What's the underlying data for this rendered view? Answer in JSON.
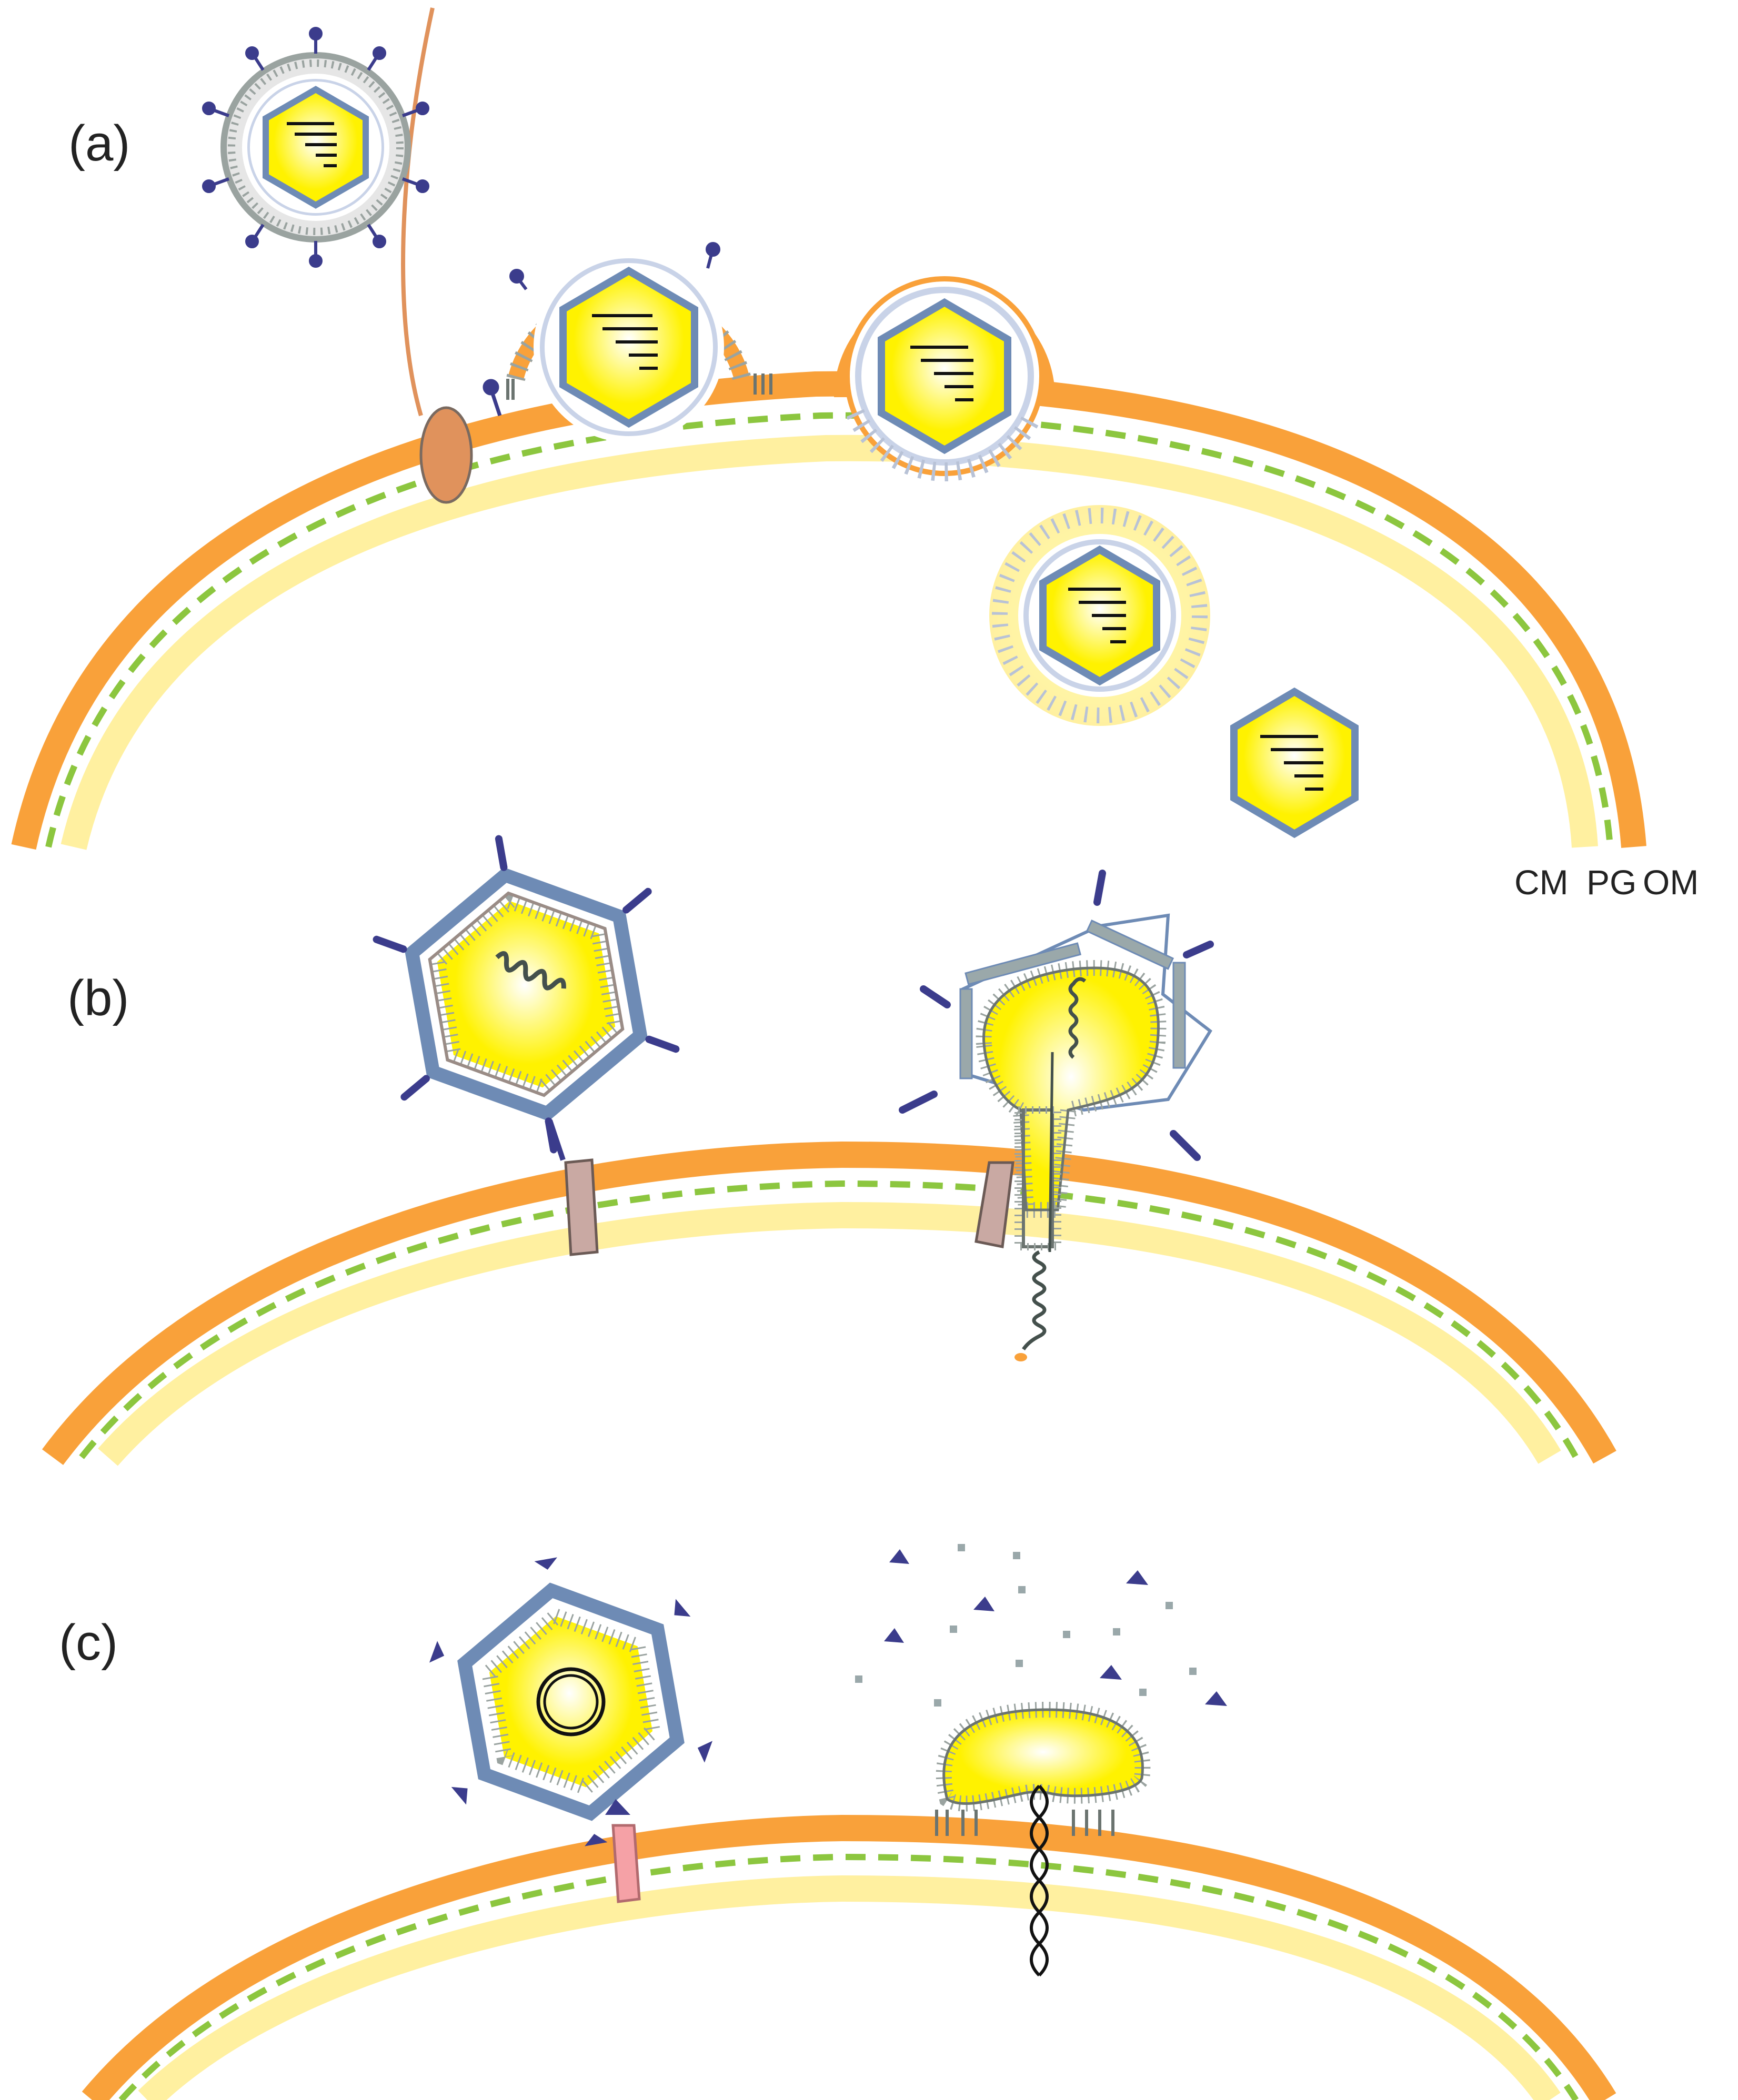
{
  "panels": {
    "a": {
      "label": "(a)"
    },
    "b": {
      "label": "(b)"
    },
    "c": {
      "label": "(c)"
    }
  },
  "layers": {
    "cm": "CM",
    "pg": "PG",
    "om": "OM"
  },
  "colors": {
    "outer_membrane": "#f9a13a",
    "periplasm": "#fffbe6",
    "inner_membrane": "#fff0a0",
    "peptidoglycan": "#8cc63f",
    "capsid_edge": "#6e8bb5",
    "capsid_fill": "#fff200",
    "spike": "#3b3c8c",
    "lipid_gray": "#9aa3a0",
    "receptor_b": "#c9a9a3",
    "receptor_c": "#f5a1a6",
    "flagellum": "#e0925c"
  }
}
